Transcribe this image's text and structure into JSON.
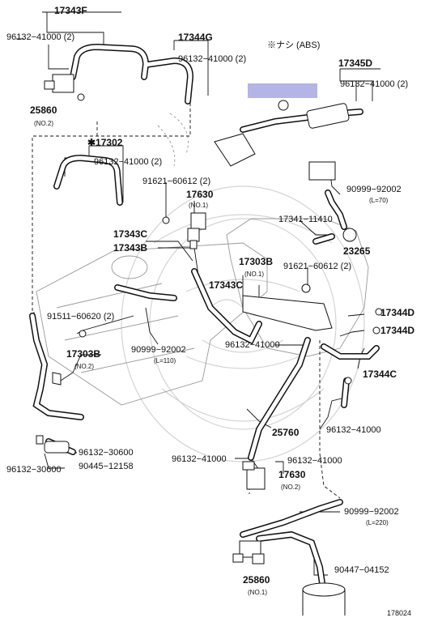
{
  "colors": {
    "line": "#111111",
    "ghost": "#d4d4d4",
    "highlight": "#b4b4e6"
  },
  "labels": {
    "p17343f": "17343F",
    "p96132_tl": "96132−41000 (2)",
    "p25860_tl": "25860",
    "no2_tl": "(NO.2)",
    "p17344g": "17344G",
    "p96132_g": "96132−41000 (2)",
    "abs_note": "※ナシ (ABS)",
    "p17345d": "17345D",
    "p96132_d": "96132−41000 (2)",
    "p17302": "✱17302",
    "p96132_302": "96132−41000 (2)",
    "p90999_top": "90999−92002",
    "l70": "(L=70)",
    "p91621_top": "91621−60612 (2)",
    "p17630_top": "17630",
    "no1_17630": "(NO.1)",
    "p17341": "17341−11410",
    "p23265": "23265",
    "p17343c_top": "17343C",
    "p17343b_top": "17343B",
    "p17303b_no1": "17303B",
    "no1_17303b": "(NO.1)",
    "p91621_mid": "91621−60612 (2)",
    "p17343c_mid": "17343C",
    "p17344d_1": "17344D",
    "p17344d_2": "17344D",
    "p91511": "91511−60620 (2)",
    "p96132_mid": "96132−41000",
    "p17303b_no2": "17303B",
    "no2_17303b": "(NO.2)",
    "p90999_mid": "90999−92002",
    "l110": "(L=110)",
    "p17344c": "17344C",
    "p25760": "25760",
    "p96132_right": "96132−41000",
    "p96132_30600_r": "96132−30600",
    "p96132_30600_l": "96132−30600",
    "p90445": "90445−12158",
    "p96132_bl": "96132−41000",
    "p96132_br": "96132−41000",
    "p17630_bot": "17630",
    "no2_17630": "(NO.2)",
    "p90999_bot": "90999−92002",
    "l220": "(L=220)",
    "p90447": "90447−04152",
    "p25860_bot": "25860",
    "no1_25860": "(NO.1)",
    "diagram_id": "178024"
  }
}
